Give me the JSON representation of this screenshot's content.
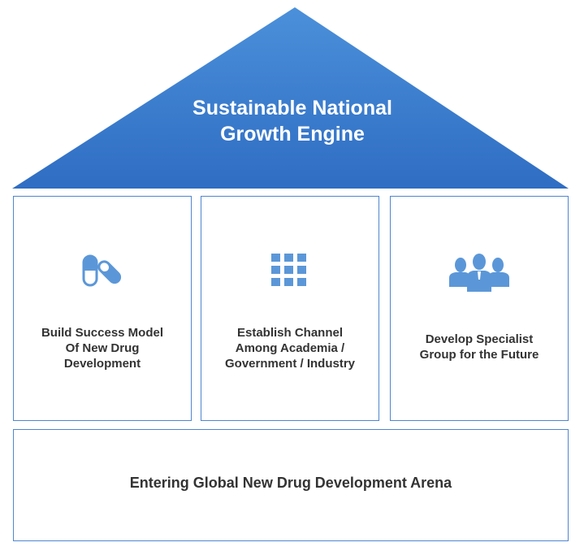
{
  "roof": {
    "title_line1": "Sustainable National",
    "title_line2": "Growth Engine"
  },
  "pillars": [
    {
      "icon": "pill-capsule-icon",
      "line1": "Build Success Model",
      "line2": "Of New Drug",
      "line3": "Development"
    },
    {
      "icon": "grid-icon",
      "line1": "Establish Channel",
      "line2": "Among Academia /",
      "line3": "Government / Industry"
    },
    {
      "icon": "people-group-icon",
      "line1": "Develop Specialist",
      "line2": "Group for the Future"
    }
  ],
  "base": {
    "label": "Entering Global New Drug Development Arena"
  },
  "colors": {
    "roof_top": "#4b90da",
    "roof_bottom": "#2f6dc3",
    "icon": "#5b97d8",
    "border": "#4f86cf"
  }
}
